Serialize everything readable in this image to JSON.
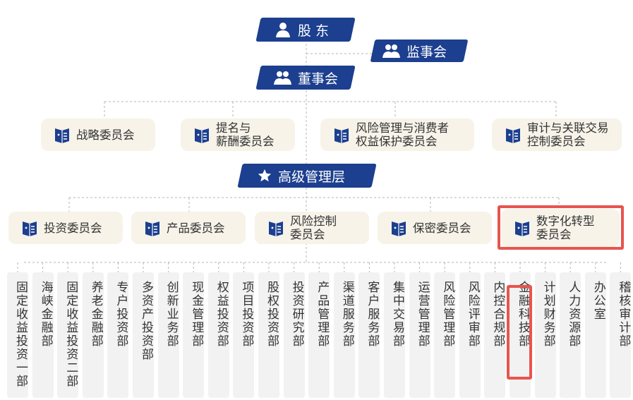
{
  "top": {
    "shareholders": "股 东",
    "supervisors": "监事会",
    "board": "董事会",
    "senior_management": "高级管理层"
  },
  "board_committees": [
    {
      "label": "战略委员会"
    },
    {
      "label": "提名与\n薪酬委员会"
    },
    {
      "label": "风险管理与消费者\n权益保护委员会"
    },
    {
      "label": "审计与关联交易\n控制委员会"
    }
  ],
  "management_committees": [
    {
      "label": "投资委员会"
    },
    {
      "label": "产品委员会"
    },
    {
      "label": "风险控制\n委员会"
    },
    {
      "label": "保密委员会"
    },
    {
      "label": "数字化转型\n委员会",
      "highlighted": true
    }
  ],
  "departments": [
    {
      "label": "固定收益投资一部",
      "highlighted": false
    },
    {
      "label": "海峡金融部",
      "highlighted": false
    },
    {
      "label": "固定收益投资二部",
      "highlighted": false
    },
    {
      "label": "养老金融部",
      "highlighted": false
    },
    {
      "label": "专户投资部",
      "highlighted": false
    },
    {
      "label": "多资产投资部",
      "highlighted": false
    },
    {
      "label": "创新业务部",
      "highlighted": false
    },
    {
      "label": "现金管理部",
      "highlighted": false
    },
    {
      "label": "权益投资部",
      "highlighted": false
    },
    {
      "label": "项目投资部",
      "highlighted": false
    },
    {
      "label": "股权投资部",
      "highlighted": false
    },
    {
      "label": "投资研究部",
      "highlighted": false
    },
    {
      "label": "产品管理部",
      "highlighted": false
    },
    {
      "label": "渠道服务部",
      "highlighted": false
    },
    {
      "label": "客户服务部",
      "highlighted": false
    },
    {
      "label": "集中交易部",
      "highlighted": false
    },
    {
      "label": "运营管理部",
      "highlighted": false
    },
    {
      "label": "风险管理部",
      "highlighted": false
    },
    {
      "label": "风险评审部",
      "highlighted": false
    },
    {
      "label": "内控合规部",
      "highlighted": false
    },
    {
      "label": "金融科技部",
      "highlighted": true
    },
    {
      "label": "计划财务部",
      "highlighted": false
    },
    {
      "label": "人力资源部",
      "highlighted": false
    },
    {
      "label": "办公室",
      "highlighted": false
    },
    {
      "label": "稽核审计部",
      "highlighted": false
    }
  ],
  "colors": {
    "nav_blue": "#1c3f8f",
    "card_bg": "#f7f3e9",
    "dept_bg": "#f2f2f2",
    "highlight": "#e8544f"
  }
}
